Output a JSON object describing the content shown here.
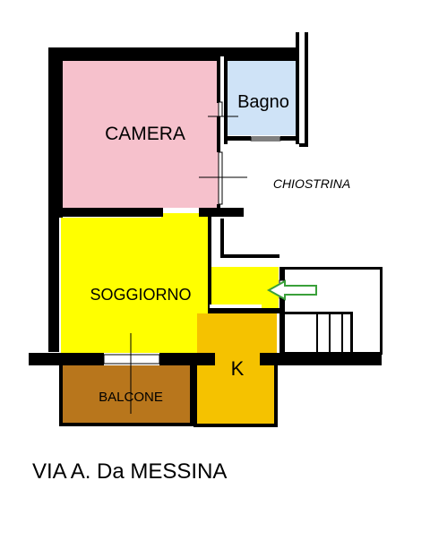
{
  "rooms": {
    "camera": "CAMERA",
    "bagno": "Bagno",
    "chiostrina": "CHIOSTRINA",
    "soggiorno": "SOGGIORNO",
    "balcone": "BALCONE",
    "kitchen": "K"
  },
  "street": "VIA A. Da MESSINA",
  "colors": {
    "camera": "#f6c1cc",
    "bagno": "#cfe3f7",
    "soggiorno": "#ffff00",
    "kitchen": "#f5c200",
    "balcone": "#b8761c",
    "wall": "#000000",
    "entrance_arrow": "#3aa03a"
  },
  "icons": {
    "entrance": "entrance-arrow-icon"
  }
}
